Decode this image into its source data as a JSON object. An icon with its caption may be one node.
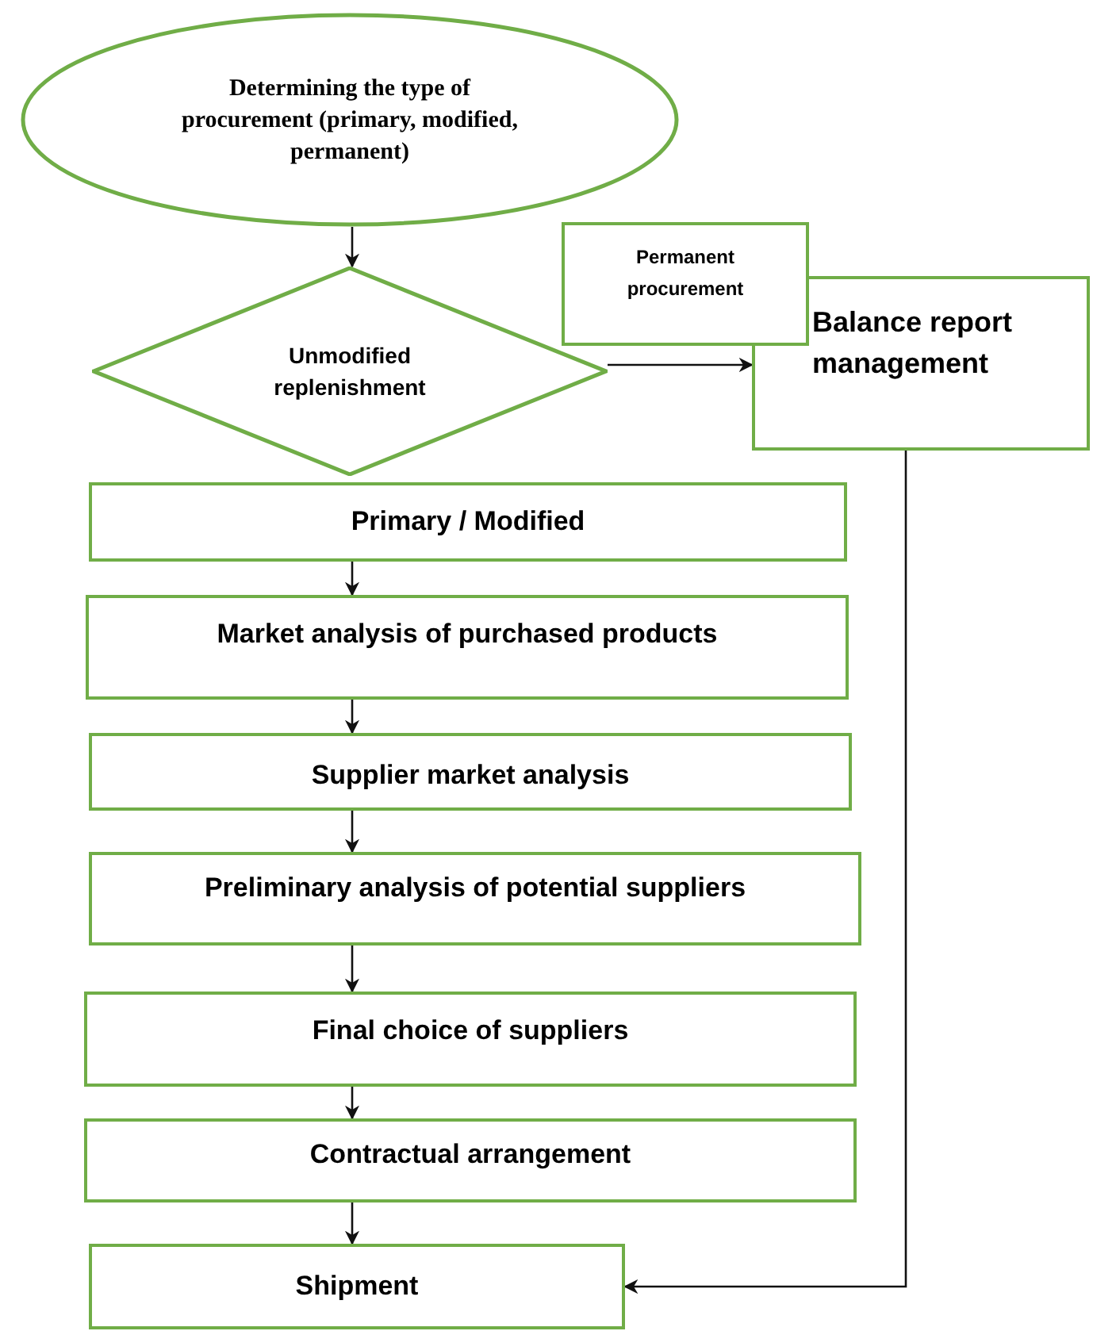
{
  "diagram": {
    "nodes": [
      {
        "text": [
          "Determining the type of procurement (primary, modified, permanent)"
        ]
      },
      {
        "text": [
          "Unmodified replenishment"
        ]
      },
      {
        "text": [
          "Permanent procurement"
        ]
      },
      {
        "text": [
          "Balance report management"
        ]
      },
      {
        "text": [
          "Primary / Modified"
        ]
      },
      {
        "text": [
          "Market analysis of purchased products"
        ]
      },
      {
        "text": [
          "Supplier market analysis"
        ]
      },
      {
        "text": [
          "Preliminary analysis of potential suppliers"
        ]
      },
      {
        "text": [
          "Final choice of suppliers"
        ]
      },
      {
        "text": [
          "Contractual arrangement"
        ]
      },
      {
        "text": [
          "Shipment"
        ]
      }
    ],
    "edges": [
      {
        "from": 0,
        "to": 1,
        "arrow": "to"
      },
      {
        "from": 1,
        "to": 3,
        "arrow": "to"
      },
      {
        "from": 4,
        "to": 5,
        "arrow": "to"
      },
      {
        "from": 5,
        "to": 6,
        "arrow": "to"
      },
      {
        "from": 6,
        "to": 7,
        "arrow": "to"
      },
      {
        "from": 7,
        "to": 8,
        "arrow": "to"
      },
      {
        "from": 8,
        "to": 9,
        "arrow": "to"
      },
      {
        "from": 9,
        "to": 10,
        "arrow": "to"
      },
      {
        "from": 3,
        "to": 10,
        "arrow": "to"
      }
    ]
  }
}
